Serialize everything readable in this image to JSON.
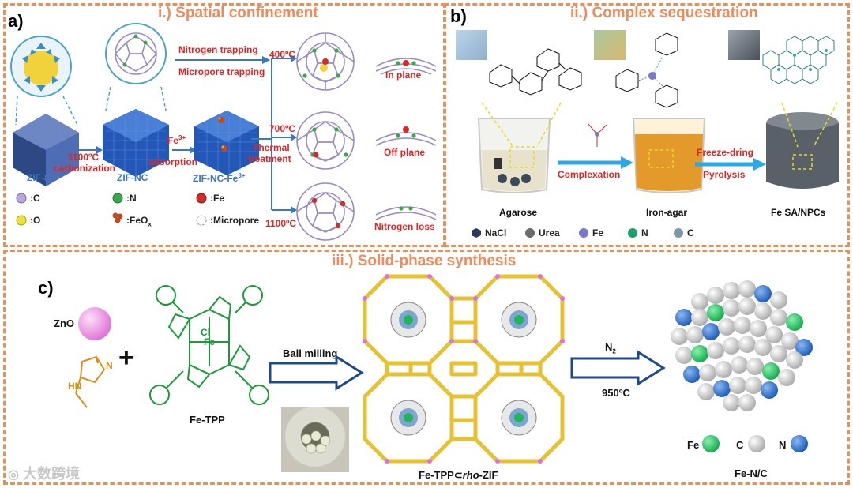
{
  "panel_a": {
    "label": "a)",
    "title": "i.) Spatial confinement",
    "zif8": "ZIF-8",
    "zifnc": "ZIF-NC",
    "zifncfe": "ZIF-NC-Fe",
    "zifncfe_sup": "3+",
    "carbonization_temp": "1100ºC",
    "carbonization": "carbonization",
    "fe_ion": "Fe",
    "fe_ion_sup": "3+",
    "adsorption": "adsorption",
    "nitrogen_trapping": "Nitrogen trapping",
    "micropore_trapping": "Micropore trapping",
    "thermal": "Thermal",
    "treatment": "treatment",
    "t400": "400ºC",
    "t700": "700ºC",
    "t1100": "1100ºC",
    "in_plane": "In plane",
    "off_plane": "Off plane",
    "nitrogen_loss": "Nitrogen loss",
    "legend": {
      "c": ":C",
      "o": ":O",
      "n": ":N",
      "feox": ":FeO",
      "feox_sub": "x",
      "fe": ":Fe",
      "micropore": ":Micropore"
    }
  },
  "panel_b": {
    "label": "b)",
    "title": "ii.) Complex sequestration",
    "complexation": "Complexation",
    "freeze": "Freeze-dring",
    "pyrolysis": "Pyrolysis",
    "agarose": "Agarose",
    "iron_agar": "Iron-agar",
    "product": "Fe SA/NPCs",
    "legend": [
      "NaCl",
      "Urea",
      "Fe",
      "N",
      "C"
    ]
  },
  "panel_c": {
    "label": "c)",
    "title": "iii.) Solid-phase synthesis",
    "zno": "ZnO",
    "plus": "+",
    "fetpp": "Fe-TPP",
    "ball_milling": "Ball milling",
    "n2": "N",
    "n2_sub": "2",
    "temp": "950ºC",
    "composite": "Fe-TPP⊂",
    "composite_italic": "rho",
    "composite_tail": "-ZIF",
    "product": "Fe-N/C",
    "leg_fe": "Fe",
    "leg_c": "C",
    "leg_n": "N",
    "cl": "Cl",
    "fe": "Fe",
    "hn": "HN",
    "n": "N"
  },
  "watermark": "大数跨境",
  "colors": {
    "accent_orange": "#ef8a5a",
    "red_text": "#e02424",
    "blue_text": "#3a78c2",
    "green_struct": "#1f9a3a",
    "framework_gold": "#e6c233"
  }
}
